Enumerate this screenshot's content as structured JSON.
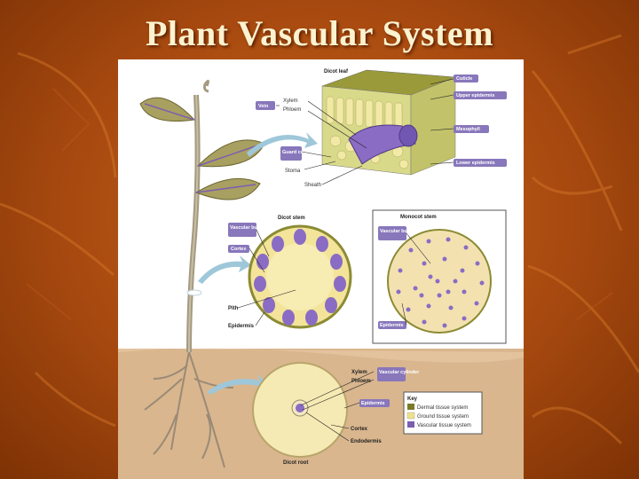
{
  "slide": {
    "title": "Plant Vascular System"
  },
  "diagram": {
    "leaf": {
      "heading": "Dicot leaf",
      "vein": "Vein",
      "xylem": "Xylem",
      "phloem": "Phloem",
      "guard_cells": "Guard cells",
      "stoma": "Stoma",
      "sheath": "Sheath",
      "cuticle": "Cuticle",
      "upper_epidermis": "Upper epidermis",
      "mesophyll": "Mesophyll",
      "lower_epidermis": "Lower epidermis"
    },
    "dicot_stem": {
      "heading": "Dicot stem",
      "vascular_bundle": "Vascular bundle",
      "cortex": "Cortex",
      "pith": "Pith",
      "epidermis": "Epidermis"
    },
    "monocot_stem": {
      "heading": "Monocot stem",
      "vascular_bundle": "Vascular bundle",
      "epidermis": "Epidermis"
    },
    "root": {
      "xylem": "Xylem",
      "phloem": "Phloem",
      "vascular_cylinder": "Vascular cylinder",
      "epidermis": "Epidermis",
      "cortex": "Cortex",
      "endodermis": "Endodermis",
      "caption": "Dicot root"
    },
    "key": {
      "heading": "Key",
      "items": [
        {
          "label": "Dermal tissue system",
          "color": "#7a7a2a"
        },
        {
          "label": "Ground tissue system",
          "color": "#f0e08a"
        },
        {
          "label": "Vascular tissue system",
          "color": "#7a5fb0"
        }
      ]
    },
    "colors": {
      "vascular": "#8a6cc4",
      "ground": "#f6e79a",
      "dermal": "#8b8b34",
      "soil": "#d8b48a",
      "callout": "#8877bb"
    }
  }
}
